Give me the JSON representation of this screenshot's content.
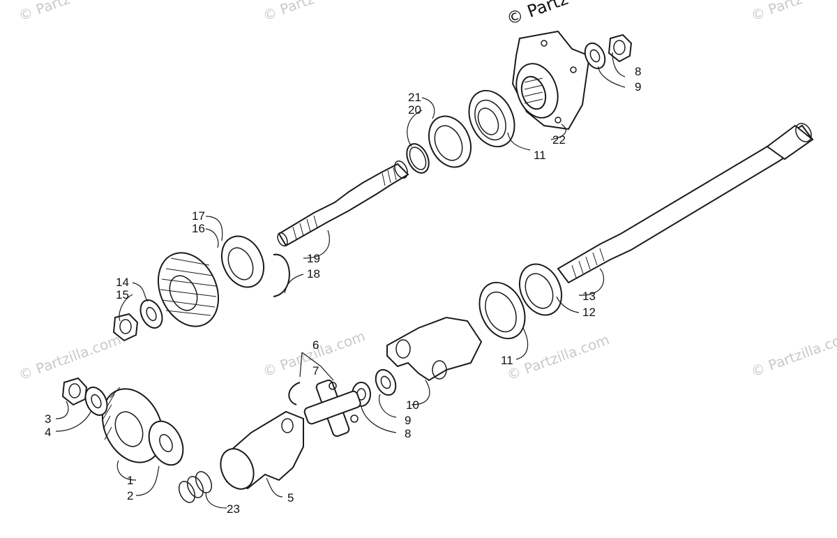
{
  "watermarks": {
    "top_center": "© Partz",
    "top_left": "© Partz",
    "top_mid": "© Partz",
    "top_right": "© Partz",
    "mid_center": "© Partzilla.com",
    "mid_left": "© Partzilla.com",
    "mid_center2": "© Partzilla.com",
    "mid_right": "© Partzilla.com"
  },
  "callouts": {
    "c1": "1",
    "c2": "2",
    "c3": "3",
    "c4": "4",
    "c5": "5",
    "c6": "6",
    "c7": "7",
    "c8a": "8",
    "c9a": "9",
    "c8b": "8",
    "c9b": "9",
    "c10": "10",
    "c11a": "11",
    "c11b": "11",
    "c12": "12",
    "c13": "13",
    "c14": "14",
    "c15": "15",
    "c16": "16",
    "c17": "17",
    "c18": "18",
    "c19": "19",
    "c20": "20",
    "c21": "21",
    "c22": "22",
    "c23": "23"
  }
}
